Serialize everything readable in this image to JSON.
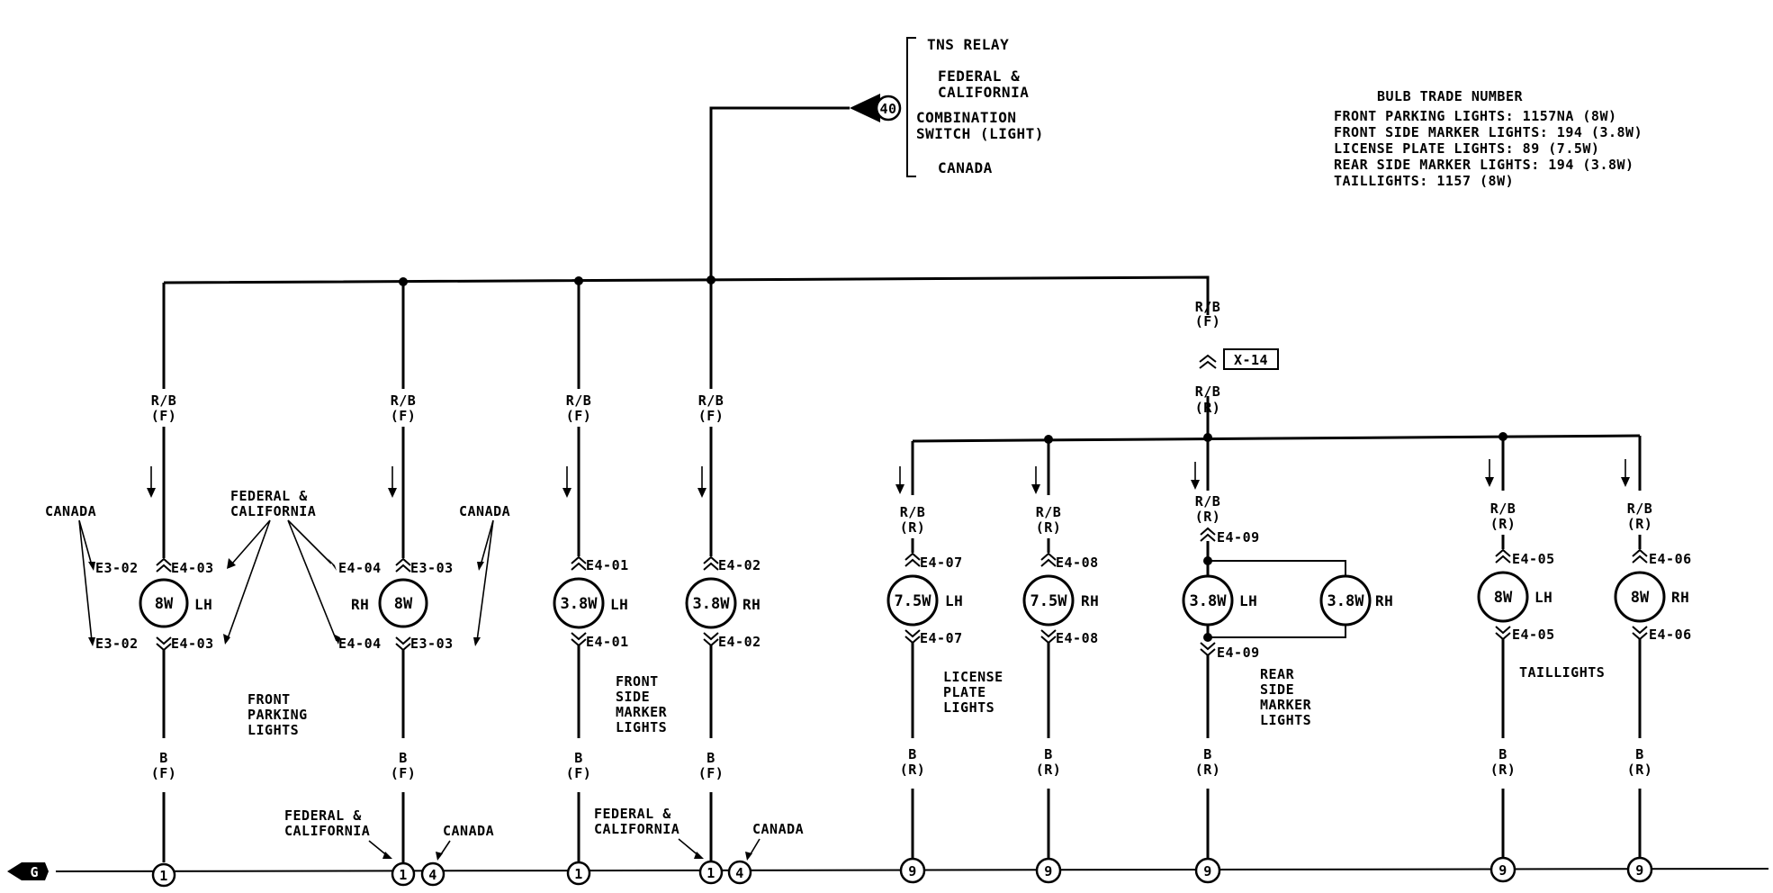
{
  "relay_block": {
    "connector_number": "40",
    "tns_relay": "TNS RELAY",
    "federal_california_line1": "FEDERAL &",
    "federal_california_line2": "CALIFORNIA",
    "combination_line1": "COMBINATION",
    "combination_line2": "SWITCH (LIGHT)",
    "canada": "CANADA"
  },
  "bulb_info": {
    "title": "BULB TRADE NUMBER",
    "lines": [
      "FRONT PARKING LIGHTS: 1157NA (8W)",
      "FRONT SIDE MARKER LIGHTS: 194 (3.8W)",
      "LICENSE PLATE LIGHTS: 89 (7.5W)",
      "REAR SIDE MARKER LIGHTS: 194 (3.8W)",
      "TAILLIGHTS: 1157 (8W)"
    ]
  },
  "wire_labels": {
    "rb": "R/B",
    "b": "B",
    "f": "(F)",
    "r": "(R)"
  },
  "connector_x14": "X-14",
  "bulbs": [
    {
      "id": "fp-lh",
      "rating": "8W",
      "side": "LH",
      "top": "E4-03",
      "bottom": "E4-03",
      "alt_top": "E3-02",
      "alt_bottom": "E3-02"
    },
    {
      "id": "fp-rh",
      "rating": "8W",
      "side": "RH",
      "top": "E3-03",
      "bottom": "E3-03",
      "alt_top": "E4-04",
      "alt_bottom": "E4-04"
    },
    {
      "id": "fsm-lh",
      "rating": "3.8W",
      "side": "LH",
      "top": "E4-01",
      "bottom": "E4-01"
    },
    {
      "id": "fsm-rh",
      "rating": "3.8W",
      "side": "RH",
      "top": "E4-02",
      "bottom": "E4-02"
    },
    {
      "id": "lp-lh",
      "rating": "7.5W",
      "side": "LH",
      "top": "E4-07",
      "bottom": "E4-07"
    },
    {
      "id": "lp-rh",
      "rating": "7.5W",
      "side": "RH",
      "top": "E4-08",
      "bottom": "E4-08"
    },
    {
      "id": "rsm-lh",
      "rating": "3.8W",
      "side": "LH",
      "top": "E4-09",
      "bottom": "E4-09"
    },
    {
      "id": "rsm-rh",
      "rating": "3.8W",
      "side": "RH"
    },
    {
      "id": "tl-lh",
      "rating": "8W",
      "side": "LH",
      "top": "E4-05",
      "bottom": "E4-05"
    },
    {
      "id": "tl-rh",
      "rating": "8W",
      "side": "RH",
      "top": "E4-06",
      "bottom": "E4-06"
    }
  ],
  "group_labels": {
    "canada": "CANADA",
    "federal_line1": "FEDERAL &",
    "federal_line2": "CALIFORNIA",
    "front_parking": [
      "FRONT",
      "PARKING",
      "LIGHTS"
    ],
    "front_side_marker": [
      "FRONT",
      "SIDE",
      "MARKER",
      "LIGHTS"
    ],
    "license_plate": [
      "LICENSE",
      "PLATE",
      "LIGHTS"
    ],
    "rear_side_marker": [
      "REAR",
      "SIDE",
      "MARKER",
      "LIGHTS"
    ],
    "taillights": "TAILLIGHTS"
  },
  "ground_points": {
    "g1": "1",
    "g4": "4",
    "g9": "9",
    "ground_symbol": "G"
  }
}
